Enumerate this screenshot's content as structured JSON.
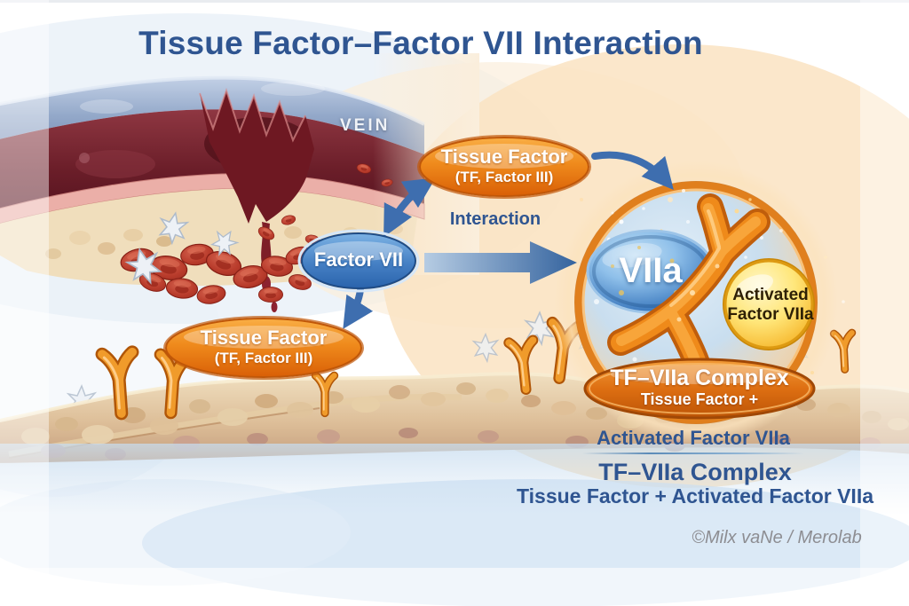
{
  "title": "Tissue Factor–Factor VII Interaction",
  "scene": {
    "vein_label": "VEIN",
    "tissue_factor_top": {
      "line1": "Tissue Factor",
      "line2": "(TF, Factor III)"
    },
    "interaction_label": "Interaction",
    "factor_vii_label": "Factor VII",
    "tissue_factor_left": {
      "line1": "Tissue Factor",
      "line2": "(TF, Factor III)"
    },
    "viia_label": "VIIa",
    "activated_badge": {
      "line1": "Activated",
      "line2": "Factor VIIa"
    },
    "complex_pill": {
      "line1": "TF–VIIa Complex",
      "line2": "Tissue Factor +"
    }
  },
  "caption": {
    "activated_line": "Activated Factor VIIa",
    "heading": "TF–VIIa Complex",
    "subheading": "Tissue Factor + Activated Factor VIIa"
  },
  "watermark": "©Milx vaNe / Merolab",
  "colors": {
    "title_blue": "#2F5591",
    "oval_orange": "#E8750F",
    "oval_blue": "#3470B5",
    "arrow_blue": "#3E6EAF",
    "badge_yellow": "#F6C445",
    "vein_wall_blue": "#93A8C9",
    "lumen_red": "#6B1E29",
    "tissue_tan": "#DDBE98",
    "watermark_gray": "#8D8D92"
  }
}
